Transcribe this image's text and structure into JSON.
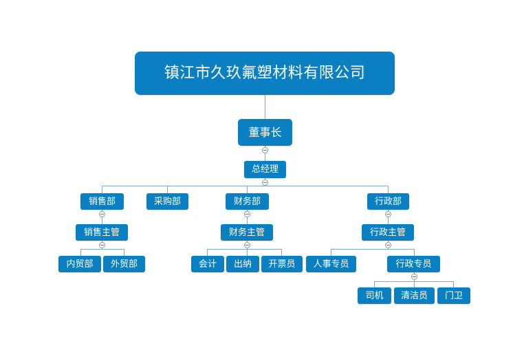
{
  "company": "镇江市久玖氟塑材料有限公司",
  "chairman": "董事长",
  "general_manager": "总经理",
  "departments": {
    "sales": "销售部",
    "purchasing": "采购部",
    "finance": "财务部",
    "admin": "行政部"
  },
  "supervisors": {
    "sales": "销售主管",
    "finance": "财务主管",
    "admin": "行政主管"
  },
  "staff": {
    "domestic_trade": "内贸部",
    "foreign_trade": "外贸部",
    "accountant": "会计",
    "cashier": "出纳",
    "invoicer": "开票员",
    "hr_specialist": "人事专员",
    "admin_specialist": "行政专员",
    "driver": "司机",
    "cleaner": "清洁员",
    "guard": "门卫"
  },
  "colors": {
    "node_fill": "#0a80c2",
    "node_text": "#ffffff",
    "connector": "#7fa9c6"
  }
}
